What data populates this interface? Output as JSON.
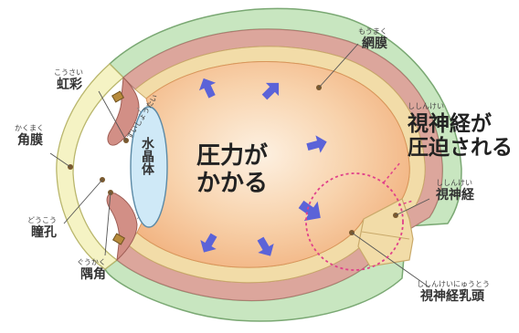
{
  "labels": {
    "iris": {
      "ruby": "こうさい",
      "text": "虹彩"
    },
    "cornea": {
      "ruby": "かくまく",
      "text": "角膜"
    },
    "pupil": {
      "ruby": "どうこう",
      "text": "瞳孔"
    },
    "angle": {
      "ruby": "ぐうかく",
      "text": "隅角"
    },
    "retina": {
      "ruby": "もうまく",
      "text": "網膜"
    },
    "lens": {
      "ruby": "すいしょうたい",
      "text": "水晶体"
    },
    "optic_nerve": {
      "ruby": "ししんけい",
      "text": "視神経"
    },
    "optic_disc": {
      "ruby": "ししんけいにゅうとう",
      "text": "視神経乳頭"
    }
  },
  "center": {
    "line1": "圧力が",
    "line2": "かかる"
  },
  "callout": {
    "ruby": "ししんけい",
    "line1": "視神経が",
    "line2": "圧迫される"
  },
  "colors": {
    "sclera": "#c8e6c0",
    "choroid": "#d9a9a0",
    "retina_band": "#f2dca8",
    "vitreous": "#f6c99a",
    "lens": "#cfe9f7",
    "arrow": "#5b63d8",
    "dashed_circle": "#e0408a",
    "cornea": "#f5f3c4"
  }
}
